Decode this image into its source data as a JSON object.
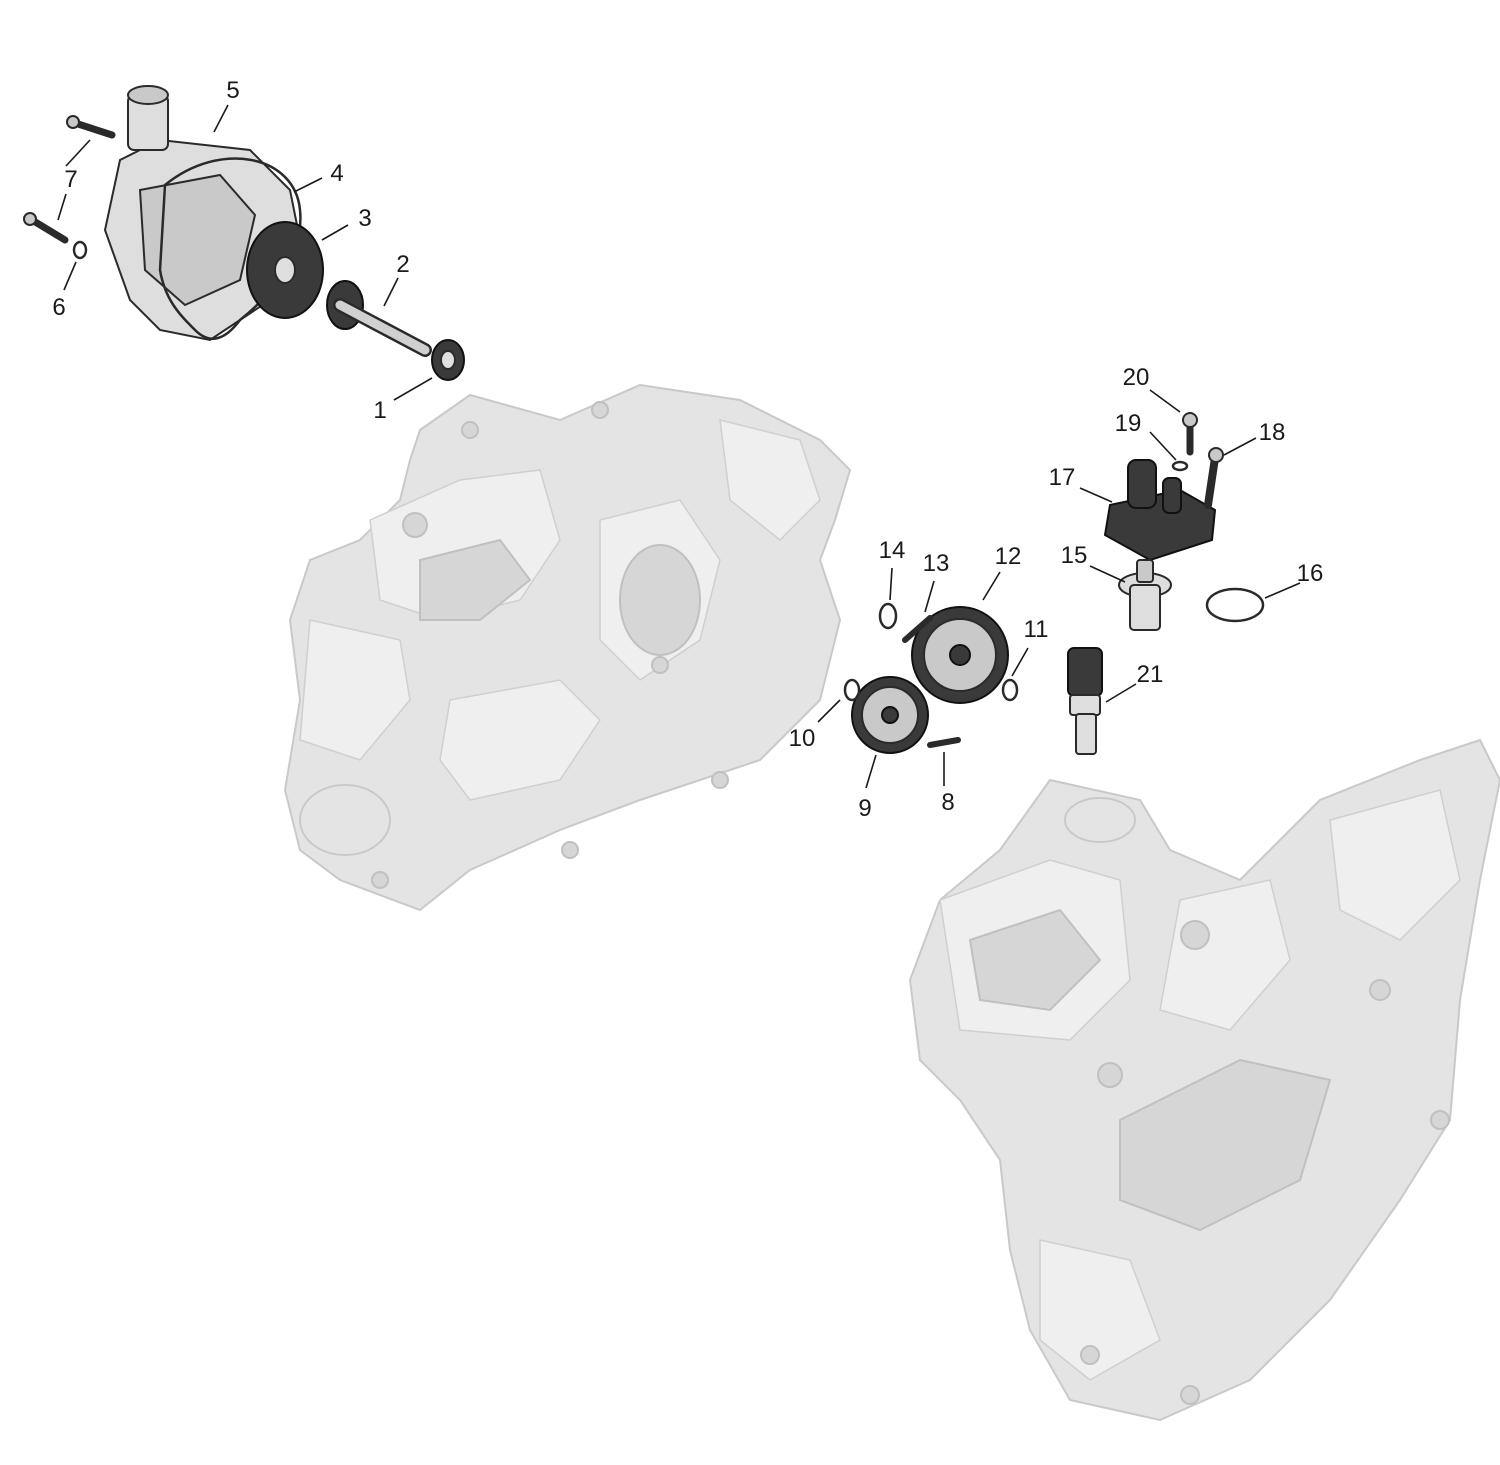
{
  "callouts": [
    {
      "id": "1",
      "label": "1"
    },
    {
      "id": "2",
      "label": "2"
    },
    {
      "id": "3",
      "label": "3"
    },
    {
      "id": "4",
      "label": "4"
    },
    {
      "id": "5",
      "label": "5"
    },
    {
      "id": "6",
      "label": "6"
    },
    {
      "id": "7",
      "label": "7"
    },
    {
      "id": "8",
      "label": "8"
    },
    {
      "id": "9",
      "label": "9"
    },
    {
      "id": "10",
      "label": "10"
    },
    {
      "id": "11",
      "label": "11"
    },
    {
      "id": "12",
      "label": "12"
    },
    {
      "id": "13",
      "label": "13"
    },
    {
      "id": "14",
      "label": "14"
    },
    {
      "id": "15",
      "label": "15"
    },
    {
      "id": "16",
      "label": "16"
    },
    {
      "id": "17",
      "label": "17"
    },
    {
      "id": "18",
      "label": "18"
    },
    {
      "id": "19",
      "label": "19"
    },
    {
      "id": "20",
      "label": "20"
    },
    {
      "id": "21",
      "label": "21"
    }
  ],
  "colors": {
    "ink": "#1a1a1a",
    "ghost_engine": "#e4e4e4",
    "part_fill": "#c9c9c9",
    "dark_part": "#3a3a3a"
  }
}
